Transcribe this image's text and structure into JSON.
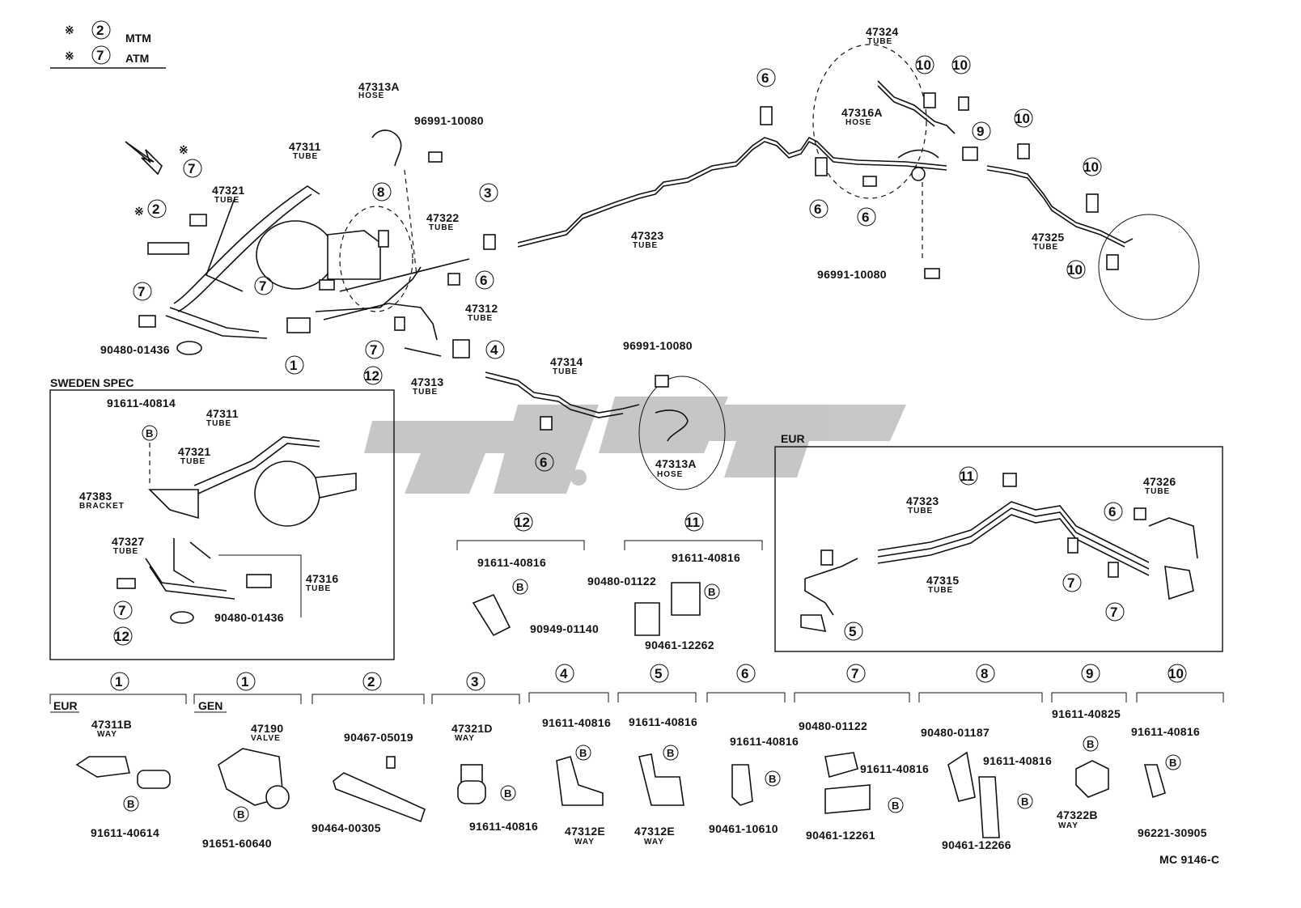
{
  "legend": [
    {
      "mark": "※",
      "num": "2",
      "label": "MTM"
    },
    {
      "mark": "※",
      "num": "7",
      "label": "ATM"
    }
  ],
  "labels": {
    "47313A": "47313A",
    "hose": "HOSE",
    "tube": "TUBE",
    "bracket": "BRACKET",
    "valve": "VALVE",
    "way": "WAY",
    "96991-10080": "96991-10080",
    "47311": "47311",
    "47321": "47321",
    "47322": "47322",
    "47323": "47323",
    "47324": "47324",
    "47316A": "47316A",
    "47325": "47325",
    "47312": "47312",
    "47313": "47313",
    "47314": "47314",
    "90480-01436": "90480-01436",
    "91611-40814": "91611-40814",
    "47383": "47383",
    "47327": "47327",
    "47316": "47316",
    "91611-40816": "91611-40816",
    "90949-01140": "90949-01140",
    "90480-01122": "90480-01122",
    "90461-12262": "90461-12262",
    "47315": "47315",
    "47326": "47326",
    "47311B": "47311B",
    "91611-40614": "91611-40614",
    "47190": "47190",
    "91651-60640": "91651-60640",
    "90467-05019": "90467-05019",
    "90464-00305": "90464-00305",
    "47321D": "47321D",
    "47312E": "47312E",
    "90461-10610": "90461-10610",
    "90461-12261": "90461-12261",
    "90480-01187": "90480-01187",
    "90461-12266": "90461-12266",
    "91611-40825": "91611-40825",
    "47322B": "47322B",
    "96221-30905": "96221-30905"
  },
  "circles": {
    "n1": "1",
    "n2": "2",
    "n3": "3",
    "n4": "4",
    "n5": "5",
    "n6": "6",
    "n7": "7",
    "n8": "8",
    "n9": "9",
    "n10": "10",
    "n11": "11",
    "n12": "12"
  },
  "bolt": "B",
  "asterisk": "※",
  "sections": {
    "sweden": "SWEDEN SPEC",
    "eur": "EUR",
    "gen": "GEN"
  },
  "watermark_icon": "logo-watermark",
  "code": "MC 9146-C"
}
